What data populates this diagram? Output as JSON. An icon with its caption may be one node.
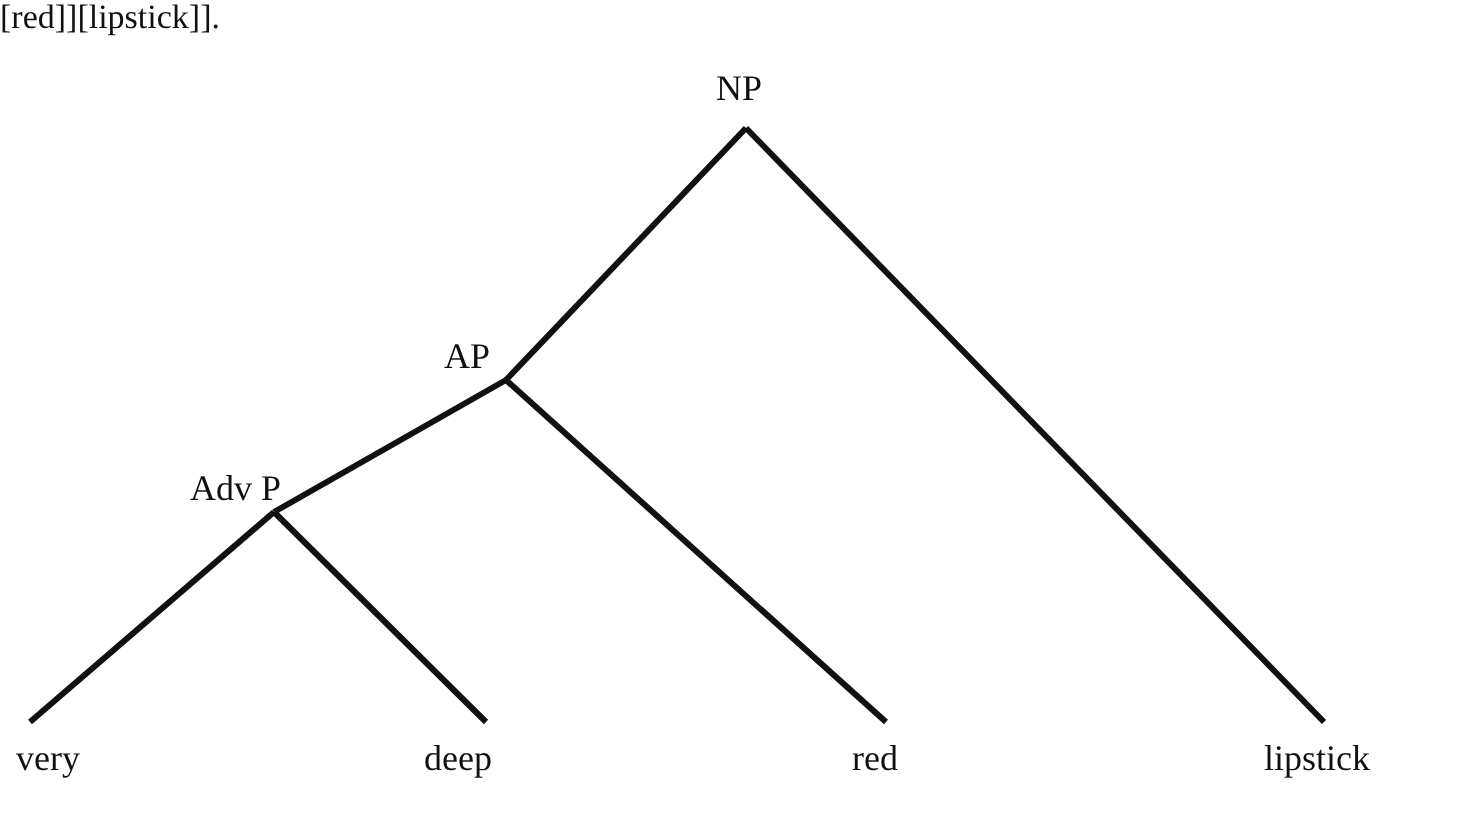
{
  "diagram": {
    "nodes": [
      {
        "text": [
          "NP"
        ]
      },
      {
        "text": [
          "AP"
        ]
      },
      {
        "text": [
          "Adv P"
        ]
      },
      {
        "text": [
          "very"
        ]
      },
      {
        "text": [
          "deep"
        ]
      },
      {
        "text": [
          "red"
        ]
      },
      {
        "text": [
          "lipstick"
        ]
      }
    ],
    "edges": [
      {
        "from": 0,
        "to": 1,
        "arrow": "none"
      },
      {
        "from": 0,
        "to": 6,
        "arrow": "none"
      },
      {
        "from": 1,
        "to": 2,
        "arrow": "none"
      },
      {
        "from": 1,
        "to": 5,
        "arrow": "none"
      },
      {
        "from": 2,
        "to": 3,
        "arrow": "none"
      },
      {
        "from": 2,
        "to": 4,
        "arrow": "none"
      }
    ],
    "labels": [
      "[red]][lipstick]]."
    ]
  }
}
